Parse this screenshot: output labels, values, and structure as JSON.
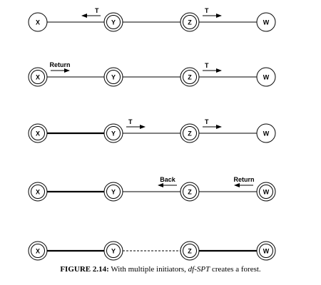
{
  "rows": [
    {
      "nodes": [
        {
          "id": "X",
          "double": false
        },
        {
          "id": "Y",
          "double": true
        },
        {
          "id": "Z",
          "double": true
        },
        {
          "id": "W",
          "double": false
        }
      ],
      "edges": [
        {
          "style": "normal"
        },
        {
          "style": "normal"
        },
        {
          "style": "normal"
        }
      ],
      "messages": [
        {
          "label": "T",
          "edge": 0,
          "dir": "left",
          "anchor": "right"
        },
        {
          "label": "T",
          "edge": 2,
          "dir": "right",
          "anchor": "left"
        }
      ]
    },
    {
      "nodes": [
        {
          "id": "X",
          "double": true
        },
        {
          "id": "Y",
          "double": true
        },
        {
          "id": "Z",
          "double": true
        },
        {
          "id": "W",
          "double": false
        }
      ],
      "edges": [
        {
          "style": "normal"
        },
        {
          "style": "normal"
        },
        {
          "style": "normal"
        }
      ],
      "messages": [
        {
          "label": "Return",
          "edge": 0,
          "dir": "right",
          "anchor": "left"
        },
        {
          "label": "T",
          "edge": 2,
          "dir": "right",
          "anchor": "left"
        }
      ]
    },
    {
      "nodes": [
        {
          "id": "X",
          "double": true
        },
        {
          "id": "Y",
          "double": true
        },
        {
          "id": "Z",
          "double": true
        },
        {
          "id": "W",
          "double": false
        }
      ],
      "edges": [
        {
          "style": "bold"
        },
        {
          "style": "normal"
        },
        {
          "style": "normal"
        }
      ],
      "messages": [
        {
          "label": "T",
          "edge": 1,
          "dir": "right",
          "anchor": "left"
        },
        {
          "label": "T",
          "edge": 2,
          "dir": "right",
          "anchor": "left"
        }
      ]
    },
    {
      "nodes": [
        {
          "id": "X",
          "double": true
        },
        {
          "id": "Y",
          "double": true
        },
        {
          "id": "Z",
          "double": true
        },
        {
          "id": "W",
          "double": true
        }
      ],
      "edges": [
        {
          "style": "bold"
        },
        {
          "style": "normal"
        },
        {
          "style": "normal"
        }
      ],
      "messages": [
        {
          "label": "Back",
          "edge": 1,
          "dir": "left",
          "anchor": "right"
        },
        {
          "label": "Return",
          "edge": 2,
          "dir": "left",
          "anchor": "right"
        }
      ]
    },
    {
      "nodes": [
        {
          "id": "X",
          "double": true
        },
        {
          "id": "Y",
          "double": true
        },
        {
          "id": "Z",
          "double": true
        },
        {
          "id": "W",
          "double": true
        }
      ],
      "edges": [
        {
          "style": "bold"
        },
        {
          "style": "dashed"
        },
        {
          "style": "bold"
        }
      ],
      "messages": []
    }
  ],
  "caption": {
    "figure_label": "FIGURE 2.14:",
    "text_before": " With multiple initiators, ",
    "algorithm": "df-SPT",
    "text_after": " creates a forest."
  }
}
